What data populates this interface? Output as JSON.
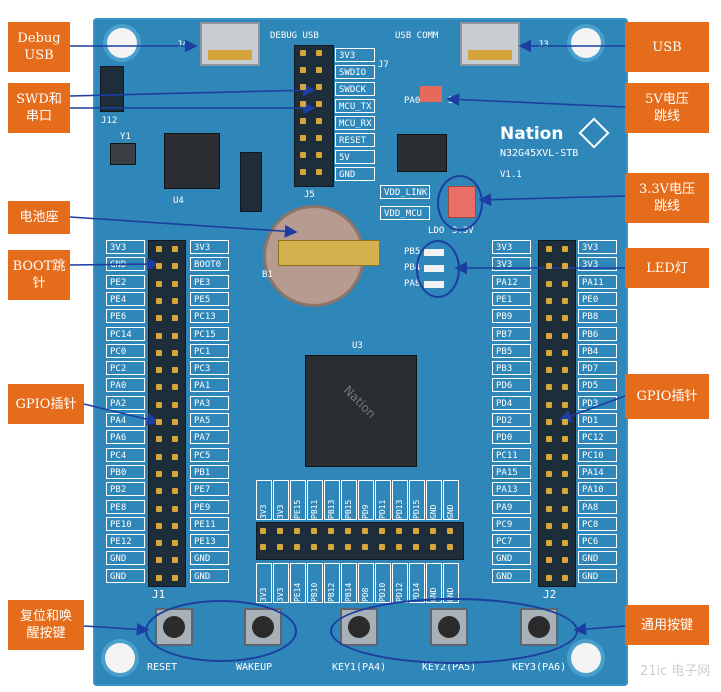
{
  "callouts": {
    "debug_usb": "Debug\nUSB",
    "swd_uart": "SWD和\n串口",
    "battery": "电池座",
    "boot": "BOOT跳\n针",
    "gpio_left": "GPIO插针",
    "reset_wakeup": "复位和唤\n醒按键",
    "usb": "USB",
    "v5": "5V电压\n跳线",
    "v33": "3.3V电压\n跳线",
    "led": "LED灯",
    "gpio_right": "GPIO插针",
    "user_keys": "通用按键"
  },
  "board": {
    "brand": "Nation",
    "model": "N32G45XVL-STB",
    "version": "V1.1",
    "debug_usb_label": "DEBUG USB",
    "usb_comm_label": "USB COMM",
    "j4": "J4",
    "j3": "J3",
    "j1": "J1",
    "j2": "J2",
    "j5": "J5",
    "j7": "J7",
    "j12": "J12",
    "u4": "U4",
    "u3": "U3",
    "b1": "B1",
    "y1": "Y1",
    "pa0": "PA0",
    "5v": "5V",
    "ldo": "LDO",
    "v33_label": "3.3V",
    "vdd_link": "VDD_LINK",
    "vdd_mcu": "VDD_MCU",
    "chip_text": "Nation"
  },
  "swd_labels": [
    "3V3",
    "SWDIO",
    "SWDCK",
    "MCU_TX",
    "MCU_RX",
    "RESET",
    "5V",
    "GND"
  ],
  "led_labels": [
    "PB5",
    "PB4",
    "PA8"
  ],
  "left_outer": [
    "3V3",
    "GND",
    "PE2",
    "PE4",
    "PE6",
    "PC14",
    "PC0",
    "PC2",
    "PA0",
    "PA2",
    "PA4",
    "PA6",
    "PC4",
    "PB0",
    "PB2",
    "PE8",
    "PE10",
    "PE12",
    "GND",
    "GND"
  ],
  "left_inner": [
    "3V3",
    "BOOT0",
    "PE3",
    "PE5",
    "PC13",
    "PC15",
    "PC1",
    "PC3",
    "PA1",
    "PA3",
    "PA5",
    "PA7",
    "PC5",
    "PB1",
    "PE7",
    "PE9",
    "PE11",
    "PE13",
    "GND",
    "GND"
  ],
  "right_inner": [
    "3V3",
    "3V3",
    "PA12",
    "PE1",
    "PB9",
    "PB7",
    "PB5",
    "PB3",
    "PD6",
    "PD4",
    "PD2",
    "PD0",
    "PC11",
    "PA15",
    "PA13",
    "PA9",
    "PC9",
    "PC7",
    "GND",
    "GND"
  ],
  "right_outer": [
    "3V3",
    "3V3",
    "PA11",
    "PE0",
    "PB8",
    "PB6",
    "PB4",
    "PD7",
    "PD5",
    "PD3",
    "PD1",
    "PC12",
    "PC10",
    "PA14",
    "PA10",
    "PA8",
    "PC8",
    "PC6",
    "GND",
    "GND"
  ],
  "top_row": [
    "3V3",
    "3V3",
    "PE15",
    "PB11",
    "PB13",
    "PB15",
    "PD9",
    "PD11",
    "PD13",
    "PD15",
    "GND",
    "GND"
  ],
  "bottom_row": [
    "3V3",
    "3V3",
    "PE14",
    "PB10",
    "PB12",
    "PB14",
    "PD8",
    "PD10",
    "PD12",
    "PD14",
    "GND",
    "GND"
  ],
  "buttons": [
    "RESET",
    "WAKEUP",
    "KEY1(PA4)",
    "KEY2(PA5)",
    "KEY3(PA6)"
  ],
  "watermark": "21ic 电子网",
  "colors": {
    "board": "#2f86b8",
    "callout": "#e46c1a",
    "arrow": "#1c3ea0",
    "silk": "#ffffff"
  }
}
